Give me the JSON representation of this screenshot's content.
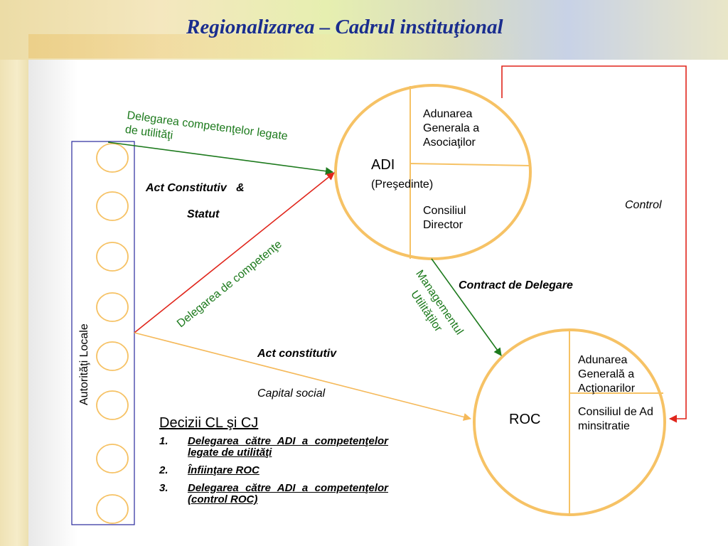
{
  "title": "Regionalizarea – Cadrul instituţional",
  "authorities": {
    "label": "Autorităţi Locale"
  },
  "adi": {
    "name": "ADI",
    "president": "(Preşedinte)",
    "agm": "Adunarea Generala a Asociaţilor",
    "director_board": "Consiliul Director"
  },
  "roc": {
    "name": "ROC",
    "agm": "Adunarea Generală a Acţionarilor",
    "board": "Consiliul de Adminsitratie"
  },
  "labels": {
    "delegation_top": "Delegarea competenţelor legate de utilităţi",
    "act_constitutive": "Act Constitutiv   &",
    "statute": "Statut",
    "delegation_comp": "Delegarea de competenţe",
    "management": "Managementul Utilităţilor",
    "contract": "Contract de Delegare",
    "control": "Control",
    "act_constitutiv2": "Act constitutiv",
    "capital": "Capital social"
  },
  "decisions": {
    "title": "Decizii CL şi CJ",
    "items": [
      {
        "num": "1.",
        "text": "Delegarea către ADI a competenţelor legate de utilităţi"
      },
      {
        "num": "2.",
        "text": "Înfiinţare ROC"
      },
      {
        "num": "3.",
        "text": "Delegarea către ADI a competenţelor (control ROC)"
      }
    ]
  },
  "colors": {
    "title": "#1a2d8e",
    "circle_outline": "#f6c265",
    "green_arrow": "#1d7a1d",
    "red_arrow": "#e0251b",
    "orange_arrow": "#f5b95a",
    "authorities_box": "#28289c"
  }
}
